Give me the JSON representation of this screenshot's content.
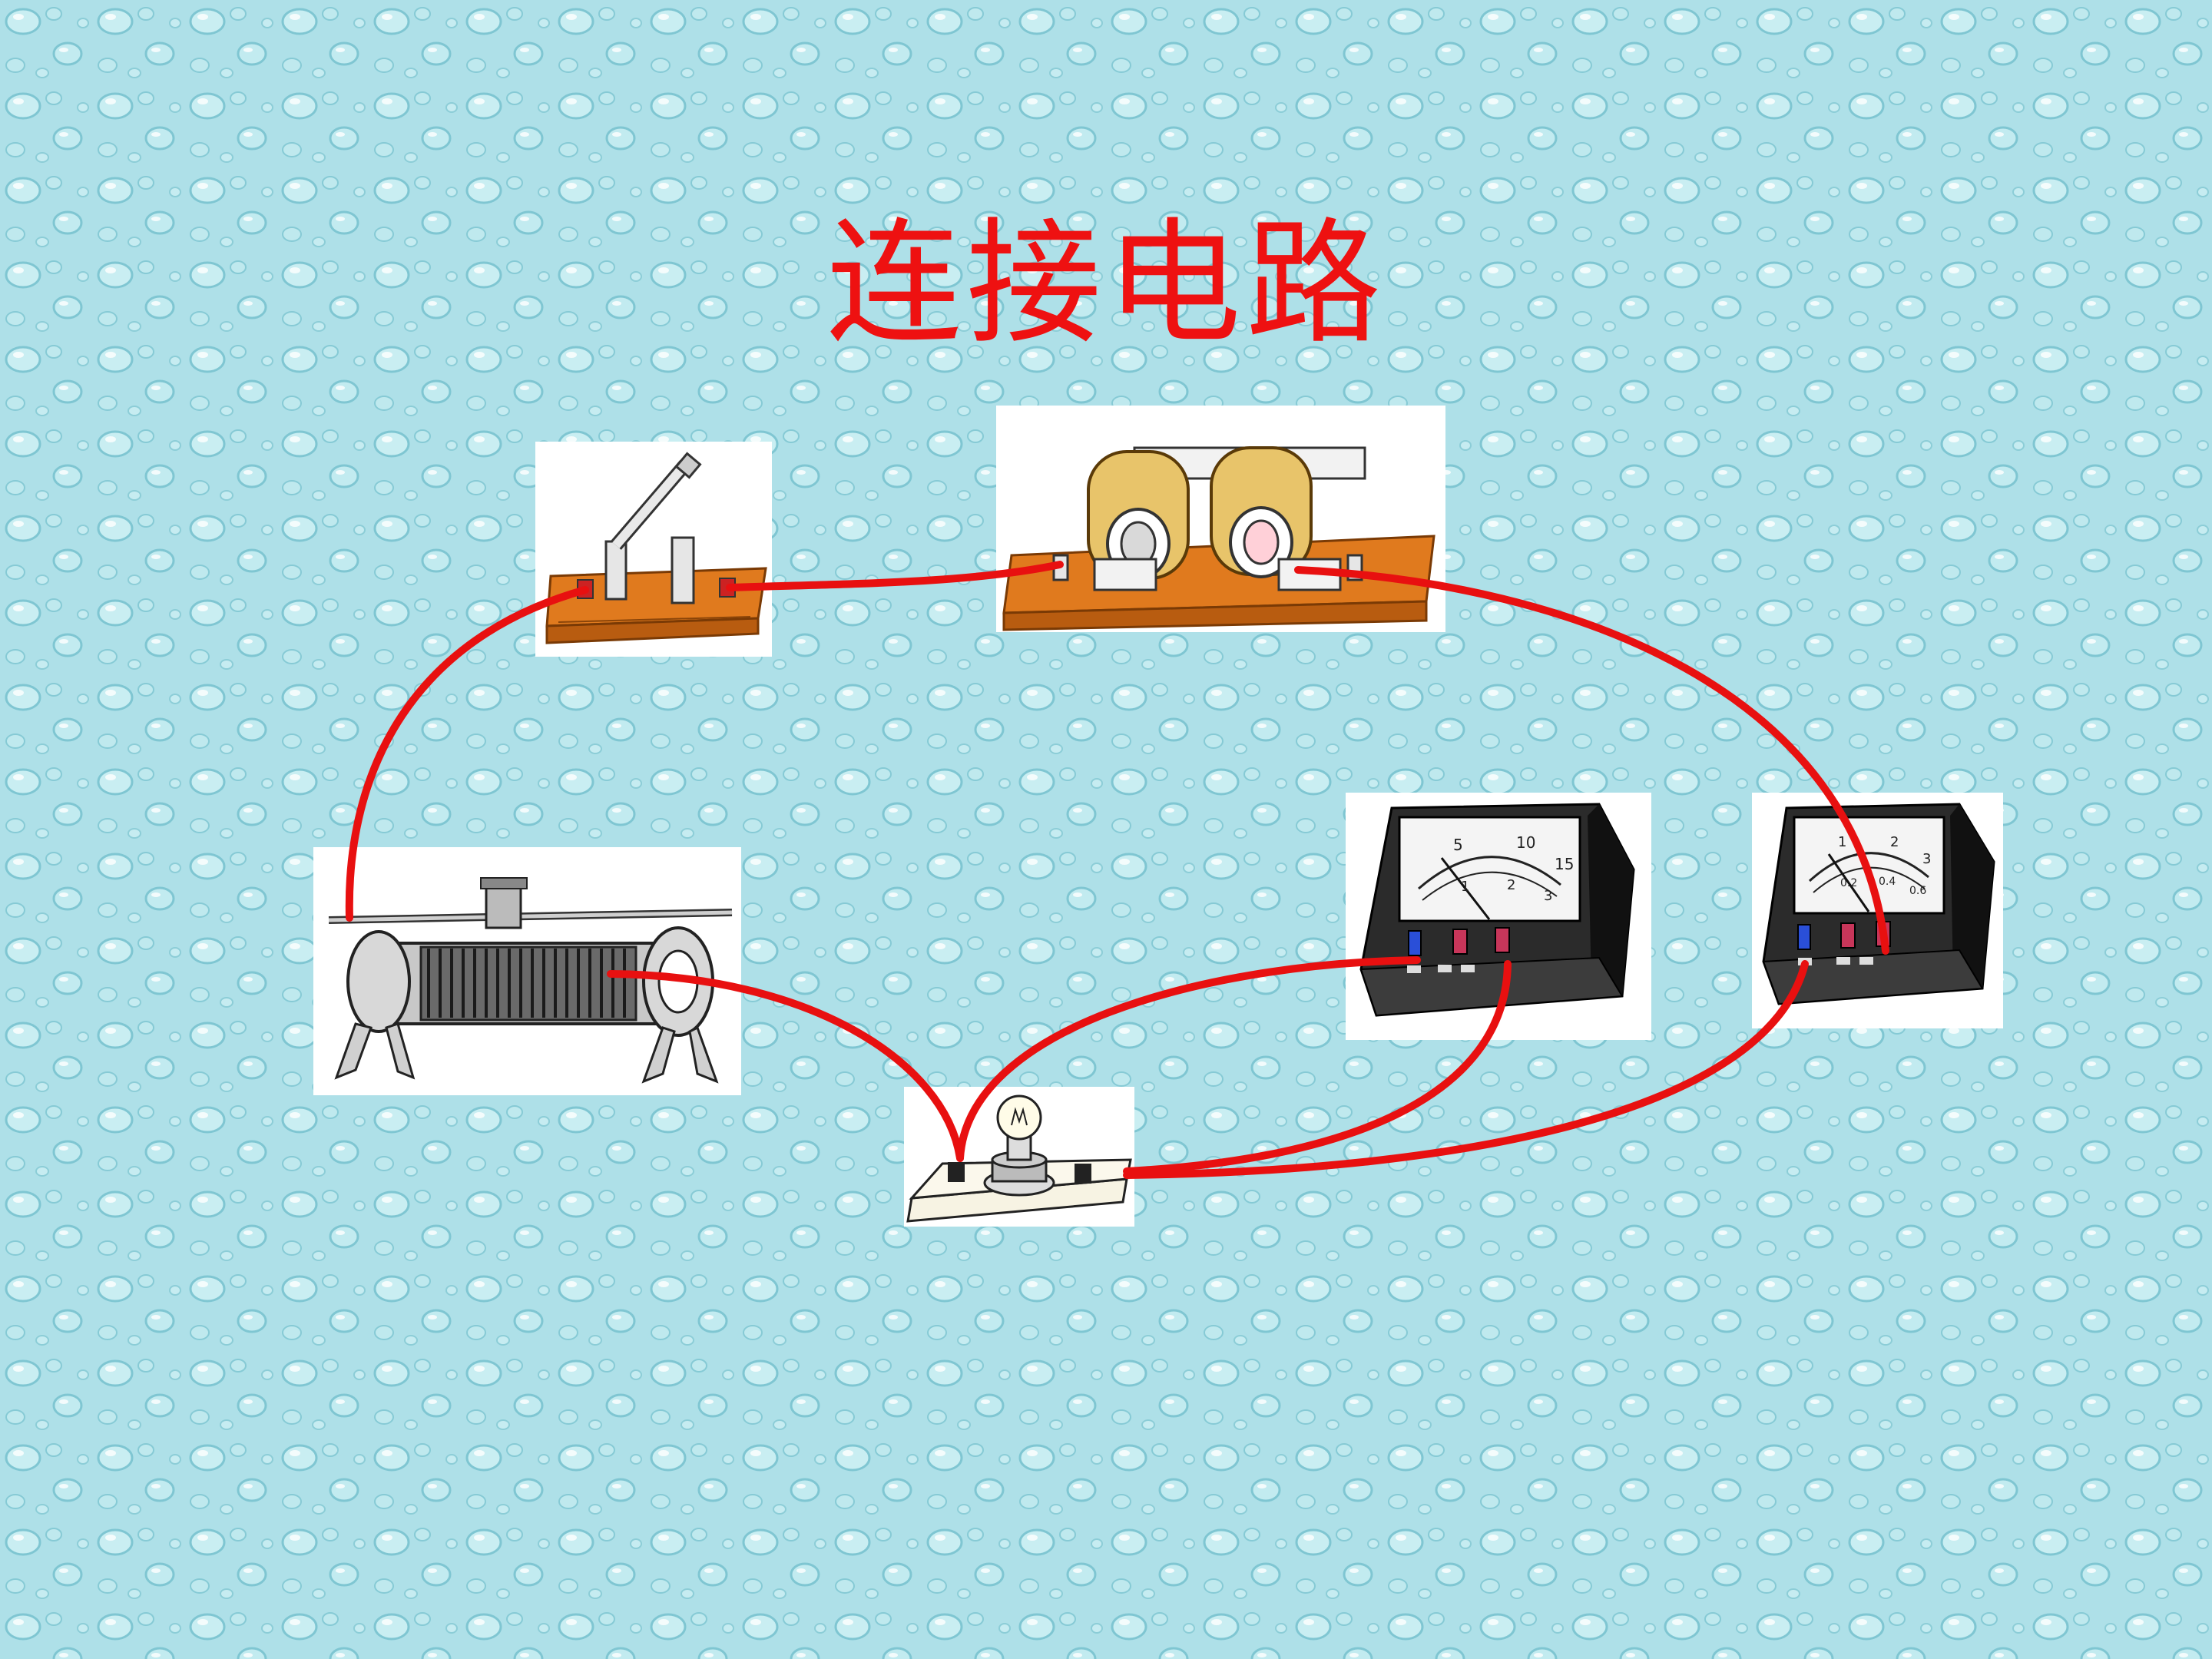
{
  "slide": {
    "title": "连接电路"
  },
  "colors": {
    "title": "#ee1111",
    "wire": "#e81010",
    "background": "#aee0e8",
    "board": "#e07a1e",
    "meter_body": "#2b2b2b"
  },
  "components": [
    {
      "name": "knife-switch",
      "icon": "knife-switch-icon"
    },
    {
      "name": "battery-holder",
      "icon": "battery-icon"
    },
    {
      "name": "sliding-rheostat",
      "icon": "rheostat-icon"
    },
    {
      "name": "voltmeter",
      "icon": "voltmeter-icon",
      "scale": [
        "5",
        "10",
        "15",
        "1",
        "2",
        "3"
      ]
    },
    {
      "name": "ammeter",
      "icon": "ammeter-icon",
      "scale": [
        "0.2",
        "0.4",
        "0.6",
        "1",
        "2",
        "3"
      ]
    },
    {
      "name": "lamp",
      "icon": "light-bulb-icon"
    }
  ]
}
